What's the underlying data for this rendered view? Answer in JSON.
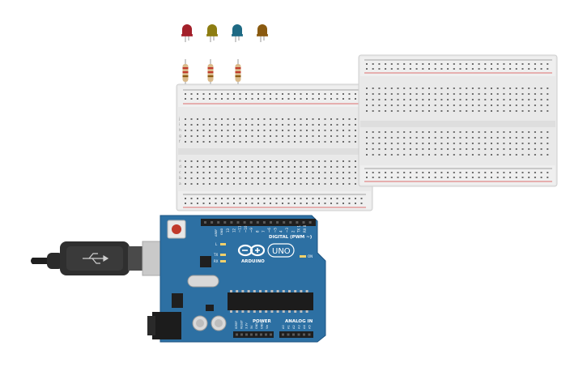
{
  "workspace": {
    "background": "#ffffff",
    "breadboard_color": "#e6e6e6",
    "rail_red": "#d64545",
    "rail_blue": "#8a8a8a"
  },
  "leds": [
    {
      "color": "#a3202a",
      "name": "red-led"
    },
    {
      "color": "#8d7d12",
      "name": "yellow-led"
    },
    {
      "color": "#1e6a84",
      "name": "blue-led"
    },
    {
      "color": "#8a5a10",
      "name": "orange-led"
    }
  ],
  "resistors": [
    {
      "bands": [
        "#c0392b",
        "#c0392b",
        "#8a5a10"
      ]
    },
    {
      "bands": [
        "#c0392b",
        "#c0392b",
        "#8a5a10"
      ]
    },
    {
      "bands": [
        "#c0392b",
        "#c0392b",
        "#8a5a10"
      ]
    }
  ],
  "breadboard": {
    "row_letters_top": [
      "j",
      "i",
      "h",
      "g",
      "f"
    ],
    "row_letters_bottom": [
      "e",
      "d",
      "c",
      "b",
      "a"
    ],
    "column_count": 30
  },
  "arduino": {
    "board_color": "#2d70a3",
    "logo_text": "ARDUINO",
    "model": "UNO",
    "digital_label": "DIGITAL (PWM ~)",
    "power_label": "POWER",
    "analog_label": "ANALOG IN",
    "on_label": "ON",
    "led_labels": [
      "L",
      "TX",
      "RX"
    ],
    "aref_label": "AREF",
    "gnd_label": "GND",
    "digital_pins": [
      "13",
      "12",
      "~11",
      "~10",
      "~9",
      "8",
      "7",
      "~6",
      "~5",
      "4",
      "~3",
      "2",
      "TX 1",
      "RX 0"
    ],
    "power_pins": [
      "IOREF",
      "RESET",
      "3.3V",
      "5V",
      "GND",
      "GND",
      "Vin"
    ],
    "analog_pins": [
      "A0",
      "A1",
      "A2",
      "A3",
      "A4",
      "A5"
    ]
  },
  "usb_cable": {
    "color": "#2b2b2b"
  }
}
